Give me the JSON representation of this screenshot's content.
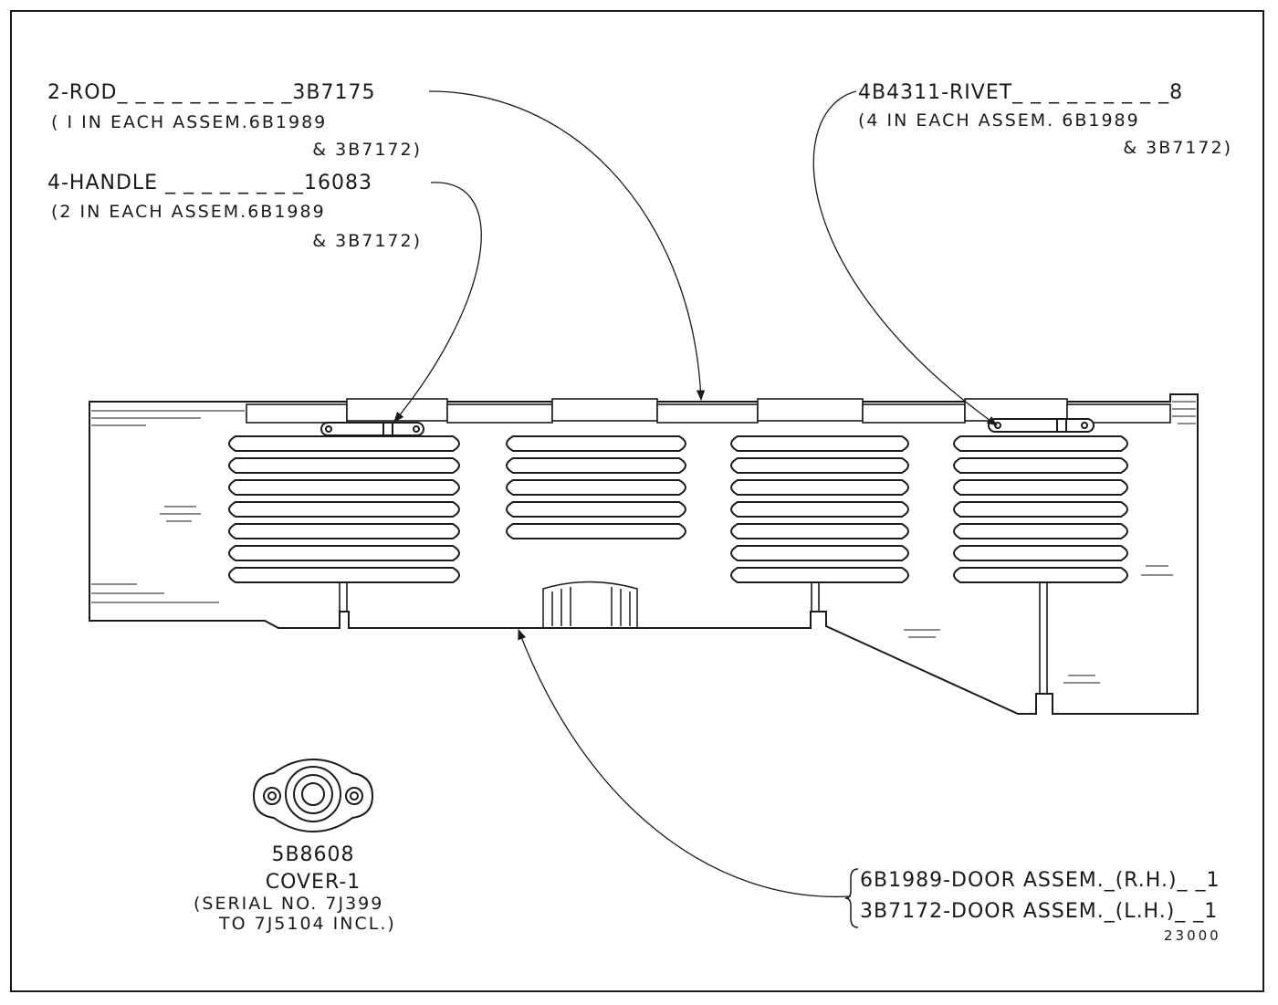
{
  "callouts": {
    "rod": {
      "line1": "2-ROD_ _ _ _ _ _ _ _ _ _3B7175",
      "line2": "( I IN EACH ASSEM.6B1989",
      "line3": "& 3B7172)"
    },
    "handle": {
      "line1": "4-HANDLE _ _ _ _ _ _ _ _16083",
      "line2": "(2 IN EACH ASSEM.6B1989",
      "line3": "& 3B7172)"
    },
    "rivet": {
      "line1": "4B4311-RIVET_ _ _ _ _ _ _ _ _8",
      "line2": "(4 IN EACH ASSEM. 6B1989",
      "line3": "& 3B7172)"
    },
    "cover": {
      "part": "5B8608",
      "name": "COVER-1",
      "serial1": "(SERIAL NO. 7J399",
      "serial2": "TO 7J5104 INCL.)"
    },
    "door": {
      "rh": "6B1989-DOOR ASSEM._(R.H.)_ _1",
      "lh": "3B7172-DOOR ASSEM._(L.H.)_ _1"
    }
  },
  "figure_number": "23000",
  "colors": {
    "ink": "#1a1a1a",
    "paper": "#ffffff"
  }
}
